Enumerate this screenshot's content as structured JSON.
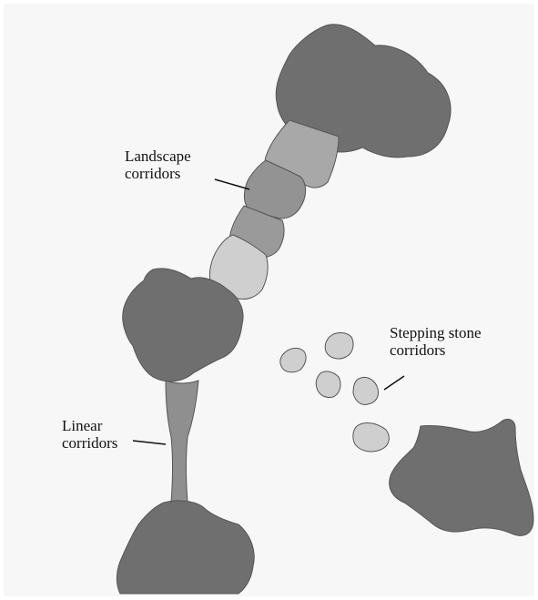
{
  "labels": {
    "landscape": "Landscape\ncorridors",
    "stepping": "Stepping stone\ncorridors",
    "linear": "Linear\ncorridors"
  },
  "colors": {
    "background": "#f7f7f7",
    "habitat_patch": "#6f6f6f",
    "corridor_dark": "#8f8f8f",
    "corridor_mid": "#a8a8a8",
    "corridor_light": "#cfcfcf",
    "stroke": "#555555",
    "text": "#111111"
  }
}
